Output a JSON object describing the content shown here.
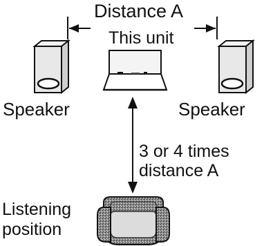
{
  "diagram": {
    "distance_label": "Distance A",
    "unit_label": "This unit",
    "speaker_left_label": "Speaker",
    "speaker_right_label": "Speaker",
    "ratio_label_line1": "3 or 4 times",
    "ratio_label_line2": "distance A",
    "listening_label_line1": "Listening",
    "listening_label_line2": "position"
  },
  "colors": {
    "ink": "#111111",
    "speaker_fill": "#e8e8e8",
    "chair_texture": "#6a6a6a",
    "cushion": "#dcdcdc"
  },
  "icons": [
    "speaker-icon",
    "unit-icon",
    "chair-icon",
    "double-arrow-icon"
  ]
}
